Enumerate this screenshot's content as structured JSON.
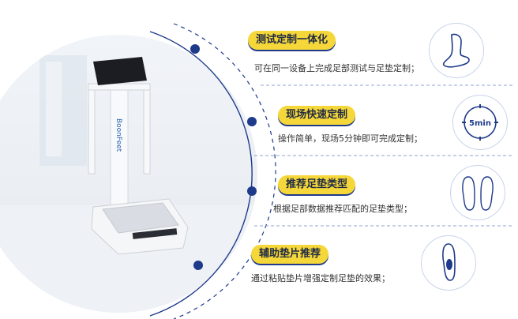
{
  "product": {
    "brand_text": "BoonFeet"
  },
  "features": [
    {
      "title": "测试定制一体化",
      "desc": "可在同一设备上完成足部测试与足垫定制；",
      "icon": "foot-icon"
    },
    {
      "title": "现场快速定制",
      "desc": "操作简单，现场5分钟即可完成定制；",
      "icon": "timer-5min-icon",
      "icon_text": "5min"
    },
    {
      "title": "推荐足垫类型",
      "desc": "根据足部数据推荐匹配的足垫类型；",
      "icon": "insoles-pair-icon"
    },
    {
      "title": "辅助垫片推荐",
      "desc": "通过粘贴垫片增强定制足垫的效果；",
      "icon": "insole-pad-icon"
    }
  ],
  "colors": {
    "accent": "#1e3a8a",
    "highlight": "#f6d73a",
    "divider": "#8fa3cf"
  }
}
